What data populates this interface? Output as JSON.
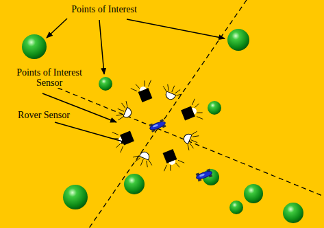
{
  "diagram": {
    "labels": [
      "Points of Interest",
      "Points of Interest Sensor",
      "Rover Sensor"
    ]
  }
}
